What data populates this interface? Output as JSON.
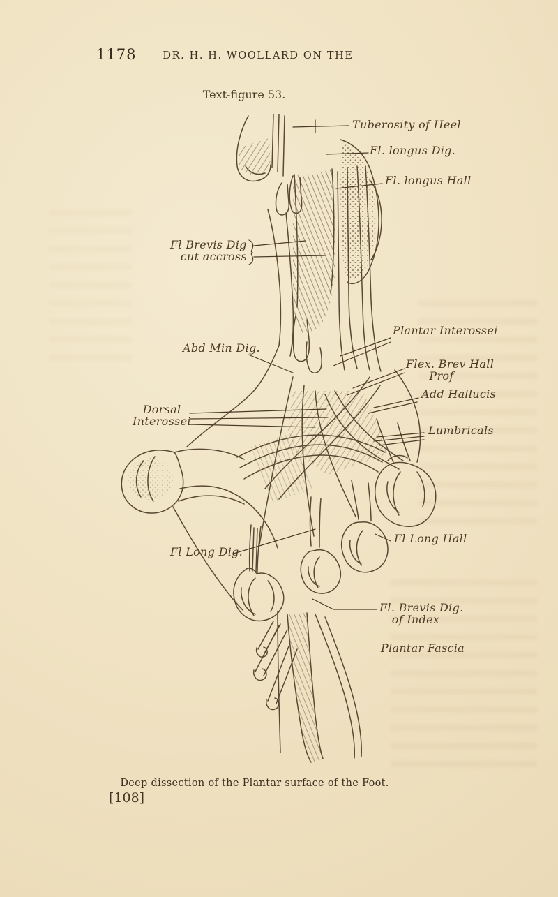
{
  "page": {
    "number": "1178",
    "running_head": "DR. H. H. WOOLLARD ON THE",
    "figure_heading": "Text-figure 53.",
    "caption": "Deep dissection of the Plantar surface of the Foot.",
    "signature_mark": "[108]"
  },
  "figure": {
    "labels": {
      "tuberosity": "Tuberosity of Heel",
      "fl_longus_dig": "Fl. longus Dig.",
      "fl_longus_hall": "Fl. longus Hall",
      "fl_brevis_dig_line1": "Fl Brevis Dig",
      "fl_brevis_dig_line2": "cut accross",
      "abd_min_dig": "Abd Min Dig.",
      "dorsal_interossei_line1": "Dorsal",
      "dorsal_interossei_line2": "Interossei",
      "plantar_interossei": "Plantar Interossei",
      "flex_brev_hall_line1": "Flex. Brev Hall",
      "flex_brev_hall_line2": "Prof",
      "add_hallucis": "Add Hallucis",
      "lumbricals": "Lumbricals",
      "fl_long_hall": "Fl Long Hall",
      "fl_long_dig": "Fl Long Dig.",
      "fl_brevis_dig_index_line1": "Fl. Brevis Dig.",
      "fl_brevis_dig_index_line2": "of Index",
      "plantar_fascia": "Plantar Fascia"
    }
  },
  "colors": {
    "paper": "#f0e3c3",
    "drawing_ink": "#4b3a27",
    "type_ink": "#3a2f20"
  }
}
